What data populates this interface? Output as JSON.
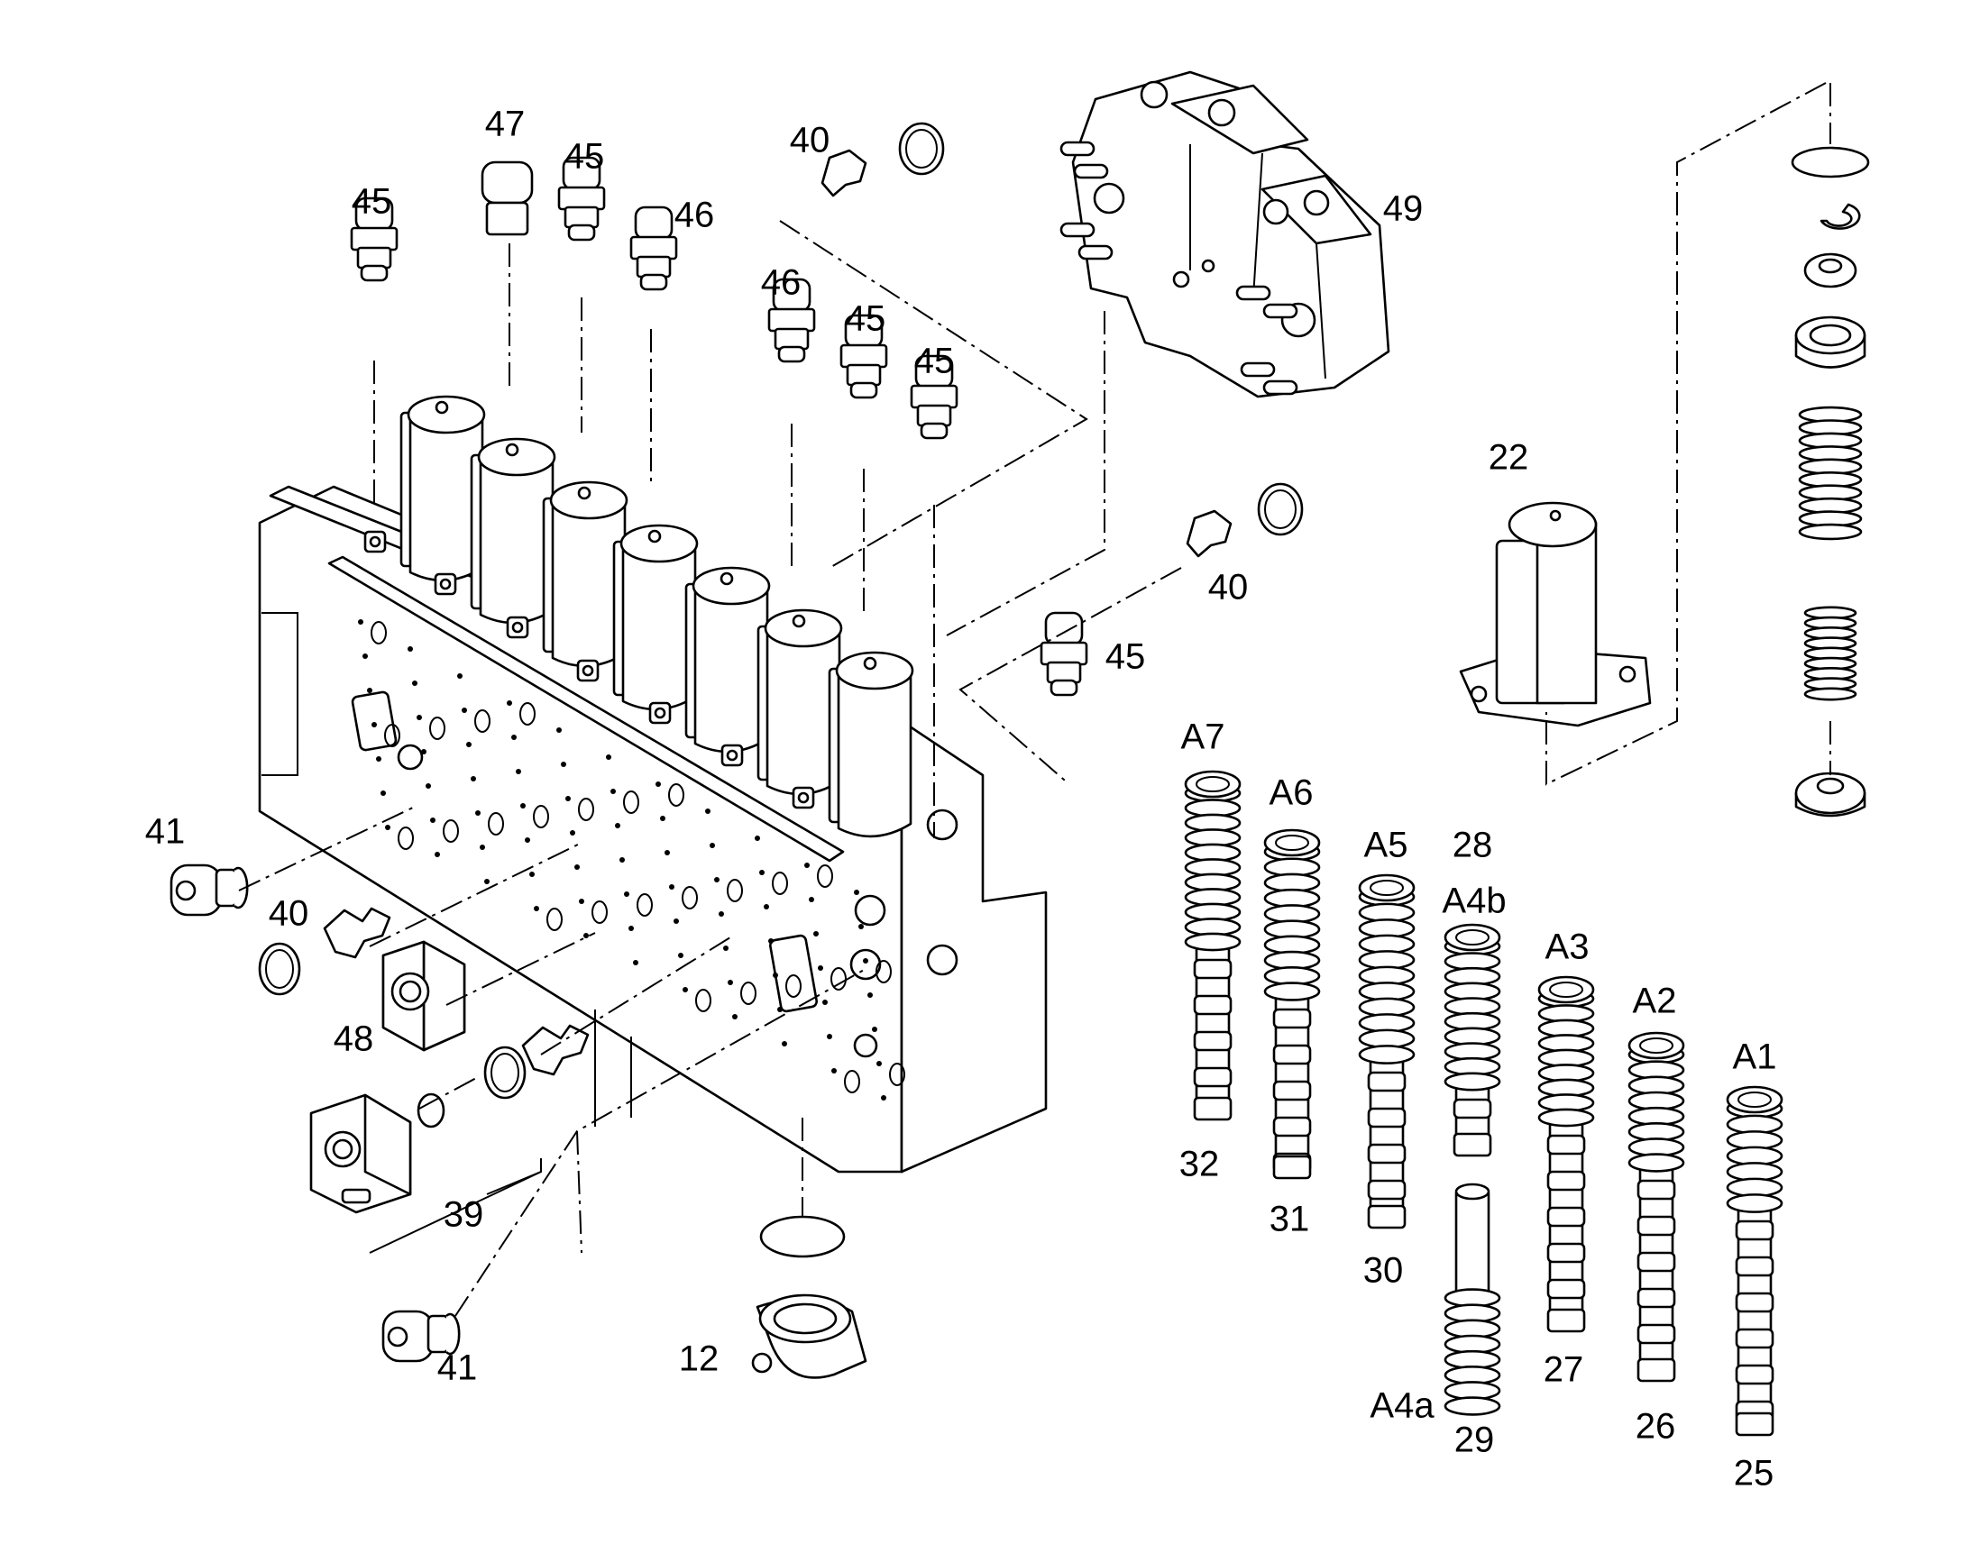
{
  "callouts": [
    {
      "id": "c47a",
      "text": "47"
    },
    {
      "id": "c45a",
      "text": "45"
    },
    {
      "id": "c45b",
      "text": "45"
    },
    {
      "id": "c46a",
      "text": "46"
    },
    {
      "id": "c40a",
      "text": "40"
    },
    {
      "id": "c49",
      "text": "49"
    },
    {
      "id": "c46b",
      "text": "46"
    },
    {
      "id": "c45c",
      "text": "45"
    },
    {
      "id": "c45d",
      "text": "45"
    },
    {
      "id": "c22",
      "text": "22"
    },
    {
      "id": "c40b",
      "text": "40"
    },
    {
      "id": "c45e",
      "text": "45"
    },
    {
      "id": "cA7",
      "text": "A7"
    },
    {
      "id": "cA6",
      "text": "A6"
    },
    {
      "id": "cA5",
      "text": "A5"
    },
    {
      "id": "c28",
      "text": "28"
    },
    {
      "id": "cA4b",
      "text": "A4b"
    },
    {
      "id": "cA3",
      "text": "A3"
    },
    {
      "id": "cA2",
      "text": "A2"
    },
    {
      "id": "cA1",
      "text": "A1"
    },
    {
      "id": "c41a",
      "text": "41"
    },
    {
      "id": "c40c",
      "text": "40"
    },
    {
      "id": "c48",
      "text": "48"
    },
    {
      "id": "c39",
      "text": "39"
    },
    {
      "id": "c41b",
      "text": "41"
    },
    {
      "id": "c12",
      "text": "12"
    },
    {
      "id": "c32",
      "text": "32"
    },
    {
      "id": "c31",
      "text": "31"
    },
    {
      "id": "c30",
      "text": "30"
    },
    {
      "id": "c29",
      "text": "29"
    },
    {
      "id": "cA4a",
      "text": "A4a"
    },
    {
      "id": "c27",
      "text": "27"
    },
    {
      "id": "c26",
      "text": "26"
    },
    {
      "id": "c25",
      "text": "25"
    }
  ]
}
